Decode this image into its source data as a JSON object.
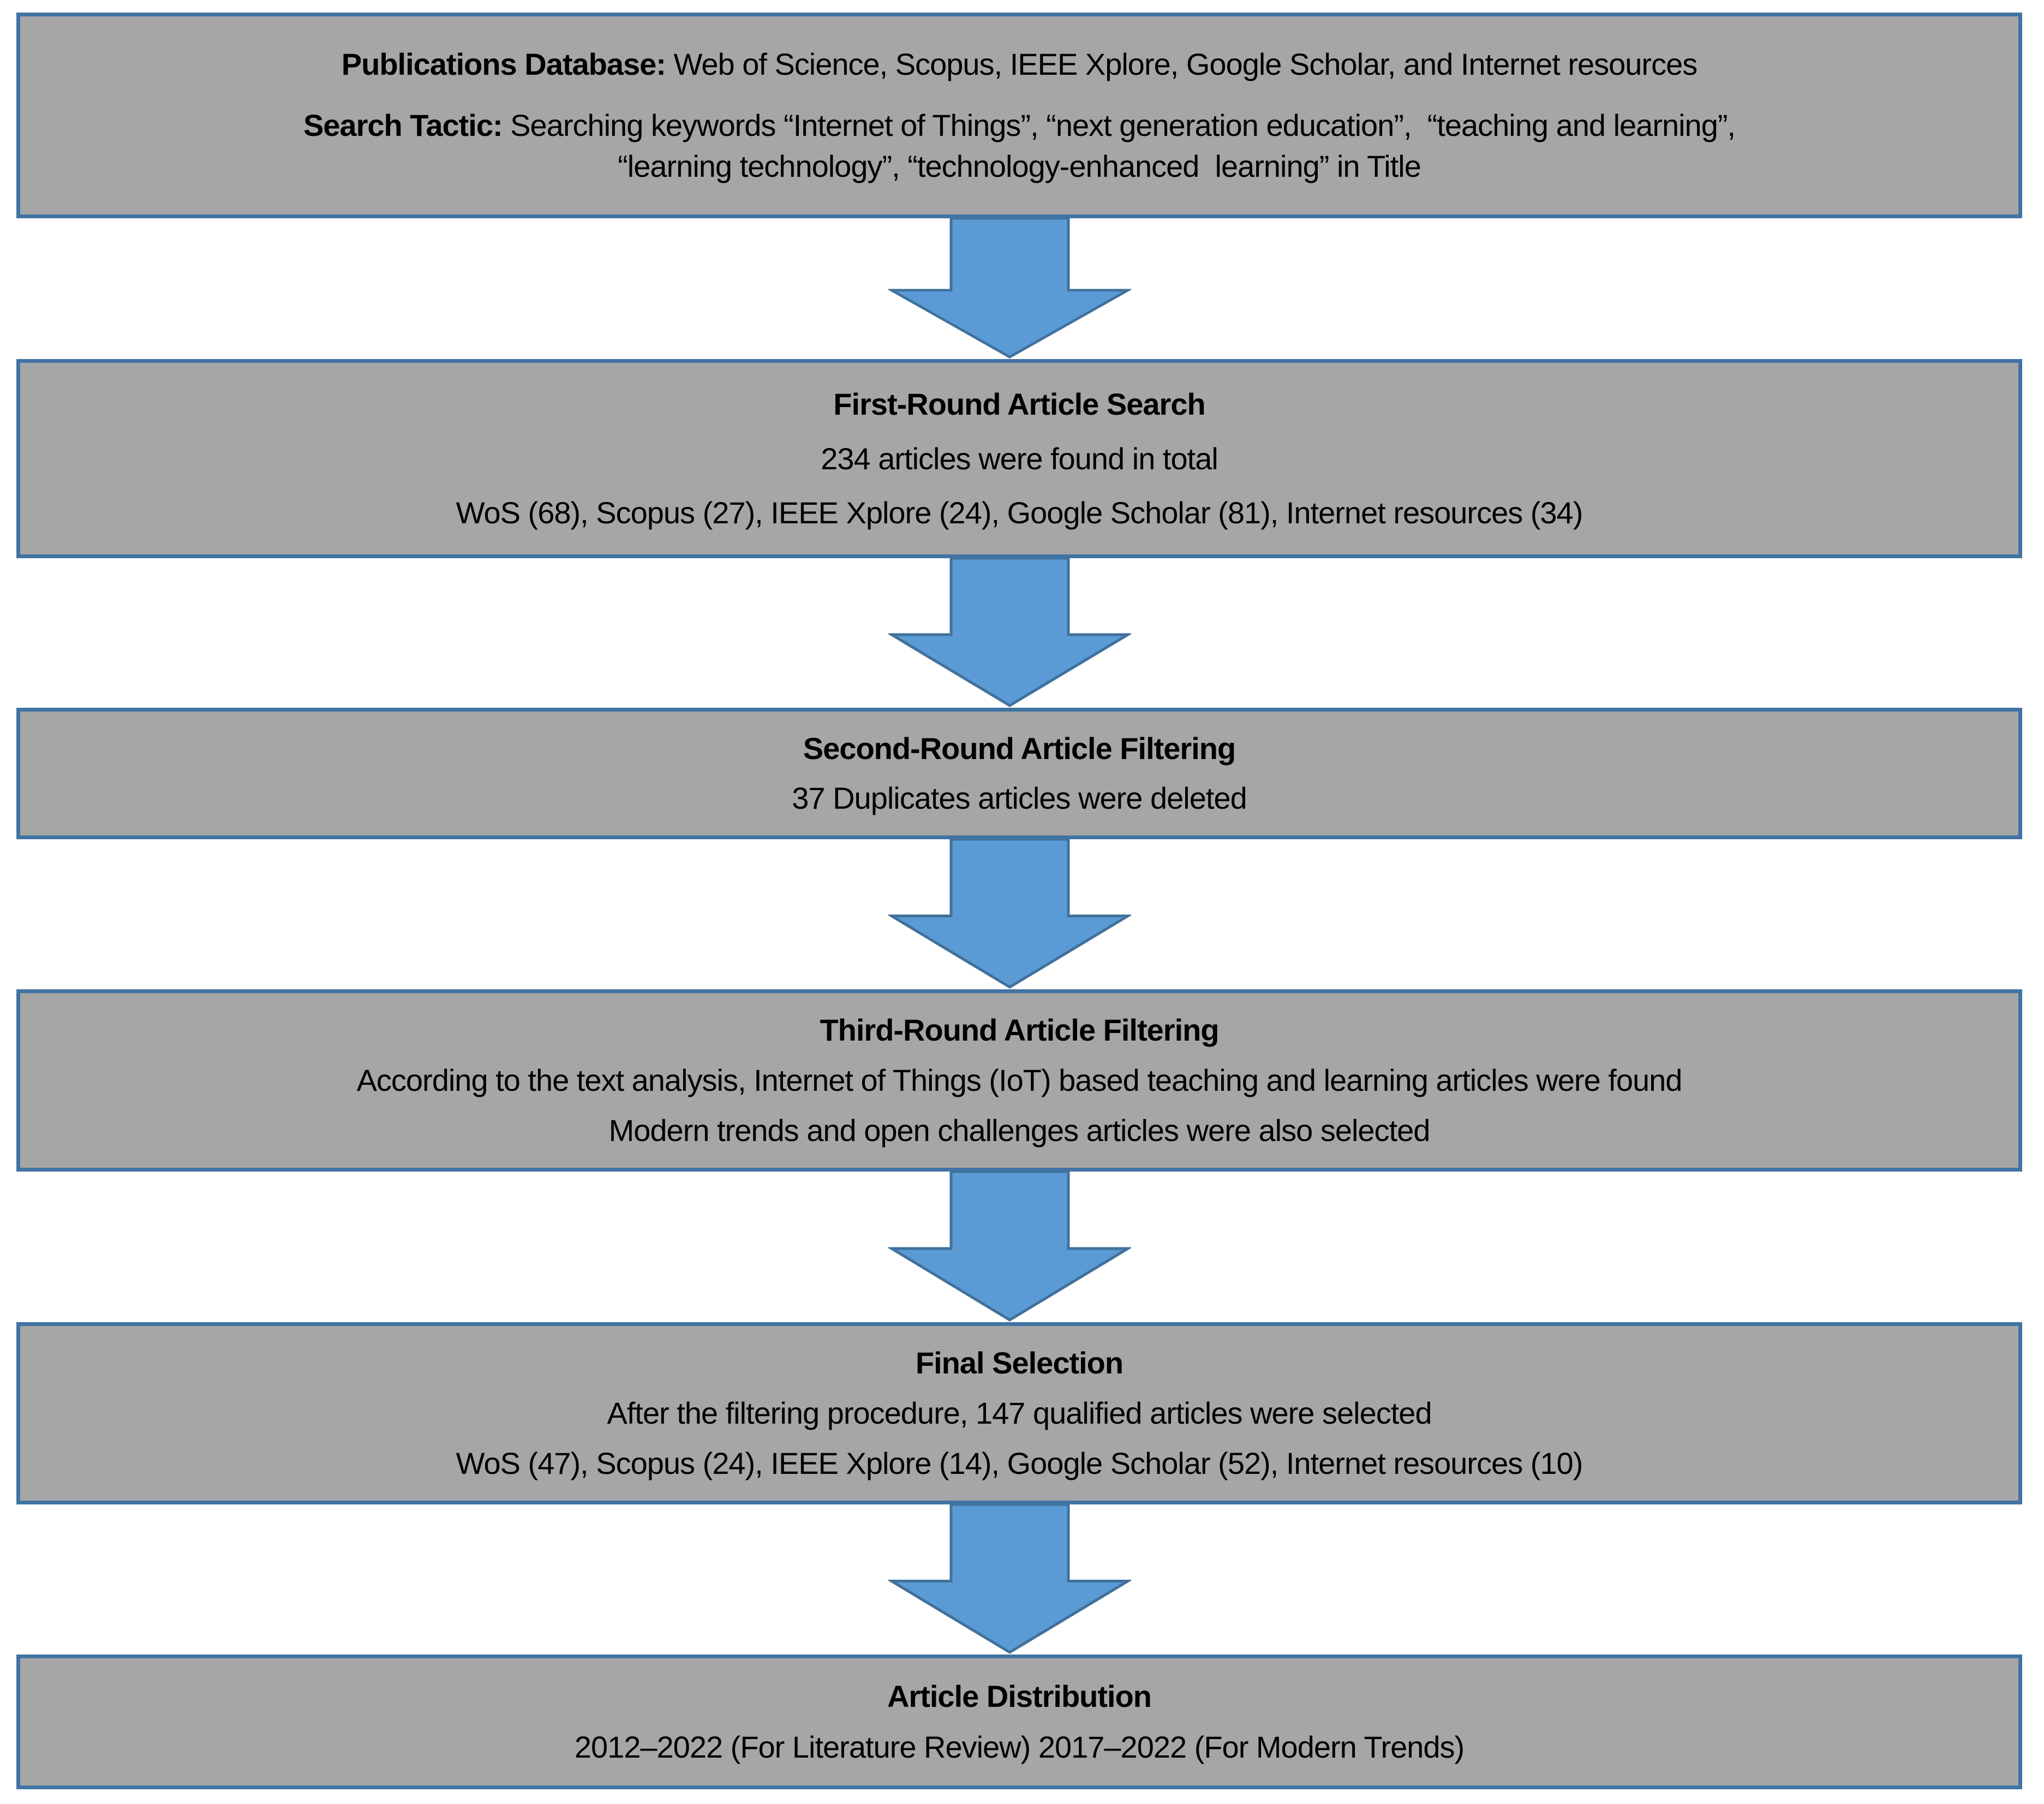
{
  "colors": {
    "box_fill": "#A6A6A6",
    "box_border": "#4173A3",
    "arrow_fill": "#5B9BD5",
    "arrow_border": "#41719C",
    "text": "#000000"
  },
  "boxes": [
    {
      "para1_label": "Publications Database:",
      "para1_text": " Web of Science, Scopus, IEEE Xplore, Google Scholar, and Internet resources",
      "para2_label": "Search Tactic:",
      "para2_line1": " Searching keywords “Internet of Things”, “next generation education”,  “teaching and learning”,",
      "para2_line2": "“learning technology”, “technology-enhanced  learning” in Title"
    },
    {
      "title": "First-Round Article Search",
      "lines": [
        "234 articles were found in total",
        "WoS (68), Scopus (27), IEEE Xplore (24), Google Scholar (81), Internet resources (34)"
      ]
    },
    {
      "title": "Second-Round Article Filtering",
      "lines": [
        "37 Duplicates articles were deleted"
      ]
    },
    {
      "title": "Third-Round Article Filtering",
      "lines": [
        "According to the text analysis, Internet of Things (IoT) based teaching and learning articles were found",
        "Modern trends and open challenges articles were also selected"
      ]
    },
    {
      "title": "Final Selection",
      "lines": [
        "After the filtering procedure, 147 qualified articles were selected",
        "WoS (47), Scopus (24), IEEE Xplore (14), Google Scholar (52), Internet resources (10)"
      ]
    },
    {
      "title": "Article Distribution",
      "lines": [
        "2012–2022 (For Literature Review) 2017–2022 (For Modern Trends)"
      ]
    }
  ]
}
